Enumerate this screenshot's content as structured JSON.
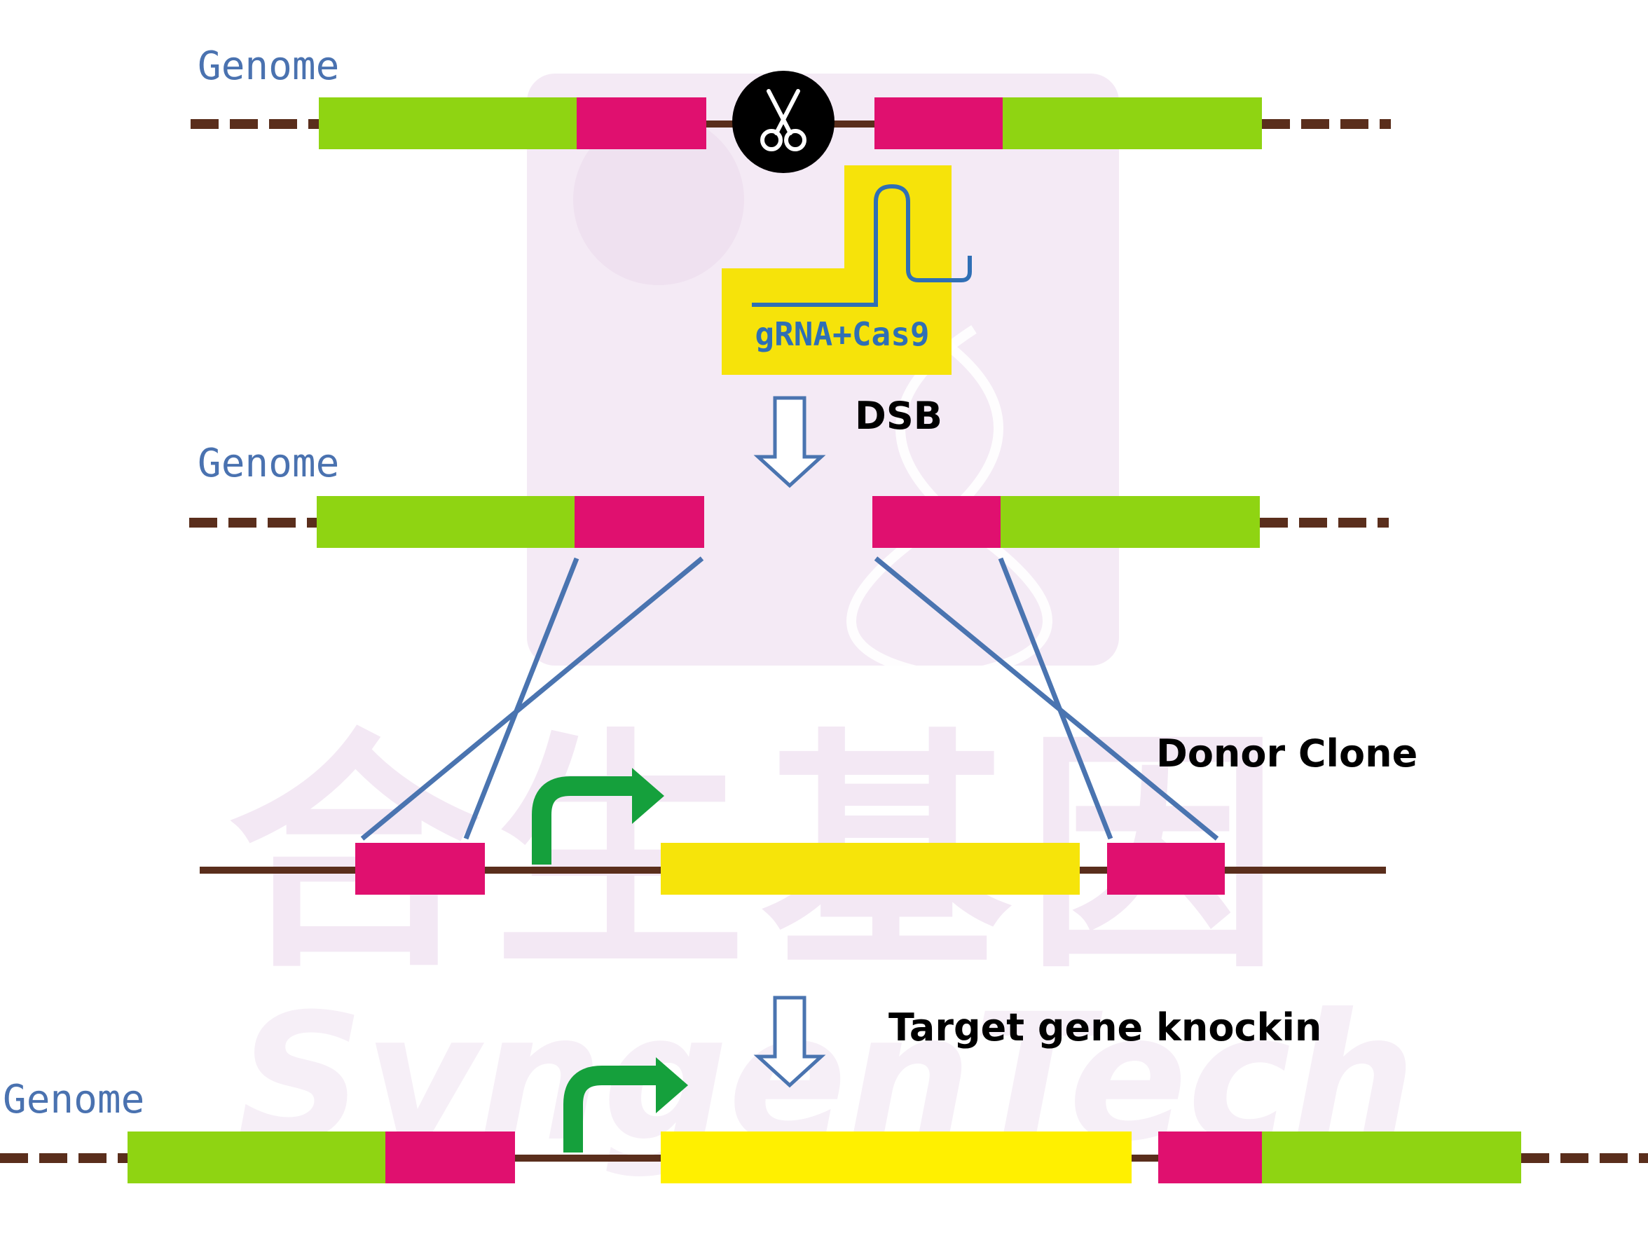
{
  "labels": {
    "genome_top": "Genome",
    "genome_mid": "Genome",
    "genome_bottom": "Genome",
    "grna_cas9": "gRNA+Cas9",
    "dsb": "DSB",
    "donor_clone": "Donor Clone",
    "target_knockin": "Target gene knockin"
  },
  "watermark": {
    "chinese": "合生基因",
    "english": "SyngenTech"
  },
  "colors": {
    "homology_arm": "#8fd412",
    "cut_site": "#e0106f",
    "insert": "#fff000",
    "backbone": "#5a2e1c",
    "arrow_outline": "#4a74b0",
    "crossover_line": "#4a74b0",
    "promoter": "#15a03c",
    "scissors_bg": "#000000",
    "grna_box": "#f6e30a",
    "grna_strand": "#2f6fb5",
    "label_blue": "#4a72b0",
    "watermark": "#f3e8f4"
  },
  "icons": {
    "scissors": "scissors-icon",
    "dsb_arrow": "down-arrow-icon",
    "knockin_arrow": "down-arrow-icon",
    "promoter": "promoter-arrow-icon"
  }
}
